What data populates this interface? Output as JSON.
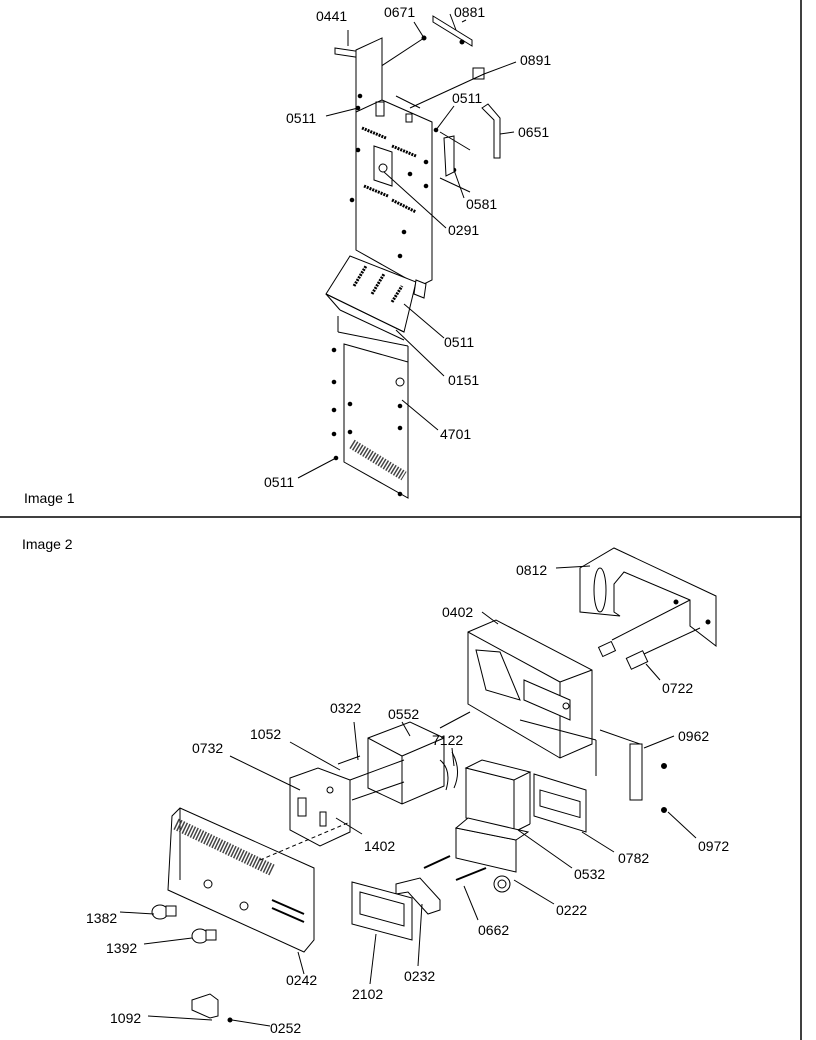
{
  "panels": [
    {
      "caption": "Image 1"
    },
    {
      "caption": "Image 2"
    }
  ],
  "callouts": {
    "p0441": "0441",
    "p0671": "0671",
    "p0881": "0881",
    "p0891": "0891",
    "p0511a": "0511",
    "p0511b": "0511",
    "p0651": "0651",
    "p0581": "0581",
    "p0291": "0291",
    "p0511c": "0511",
    "p0151": "0151",
    "p4701": "4701",
    "p0511d": "0511",
    "p0812": "0812",
    "p0402": "0402",
    "p0722": "0722",
    "p0322": "0322",
    "p0552": "0552",
    "p1052": "1052",
    "p0732": "0732",
    "p7122": "7122",
    "p0962": "0962",
    "p0972": "0972",
    "p1402": "1402",
    "p0782": "0782",
    "p0532": "0532",
    "p0222": "0222",
    "p0662": "0662",
    "p1382": "1382",
    "p1392": "1392",
    "p0242": "0242",
    "p2102": "2102",
    "p0232": "0232",
    "p1092": "1092",
    "p0252": "0252"
  }
}
